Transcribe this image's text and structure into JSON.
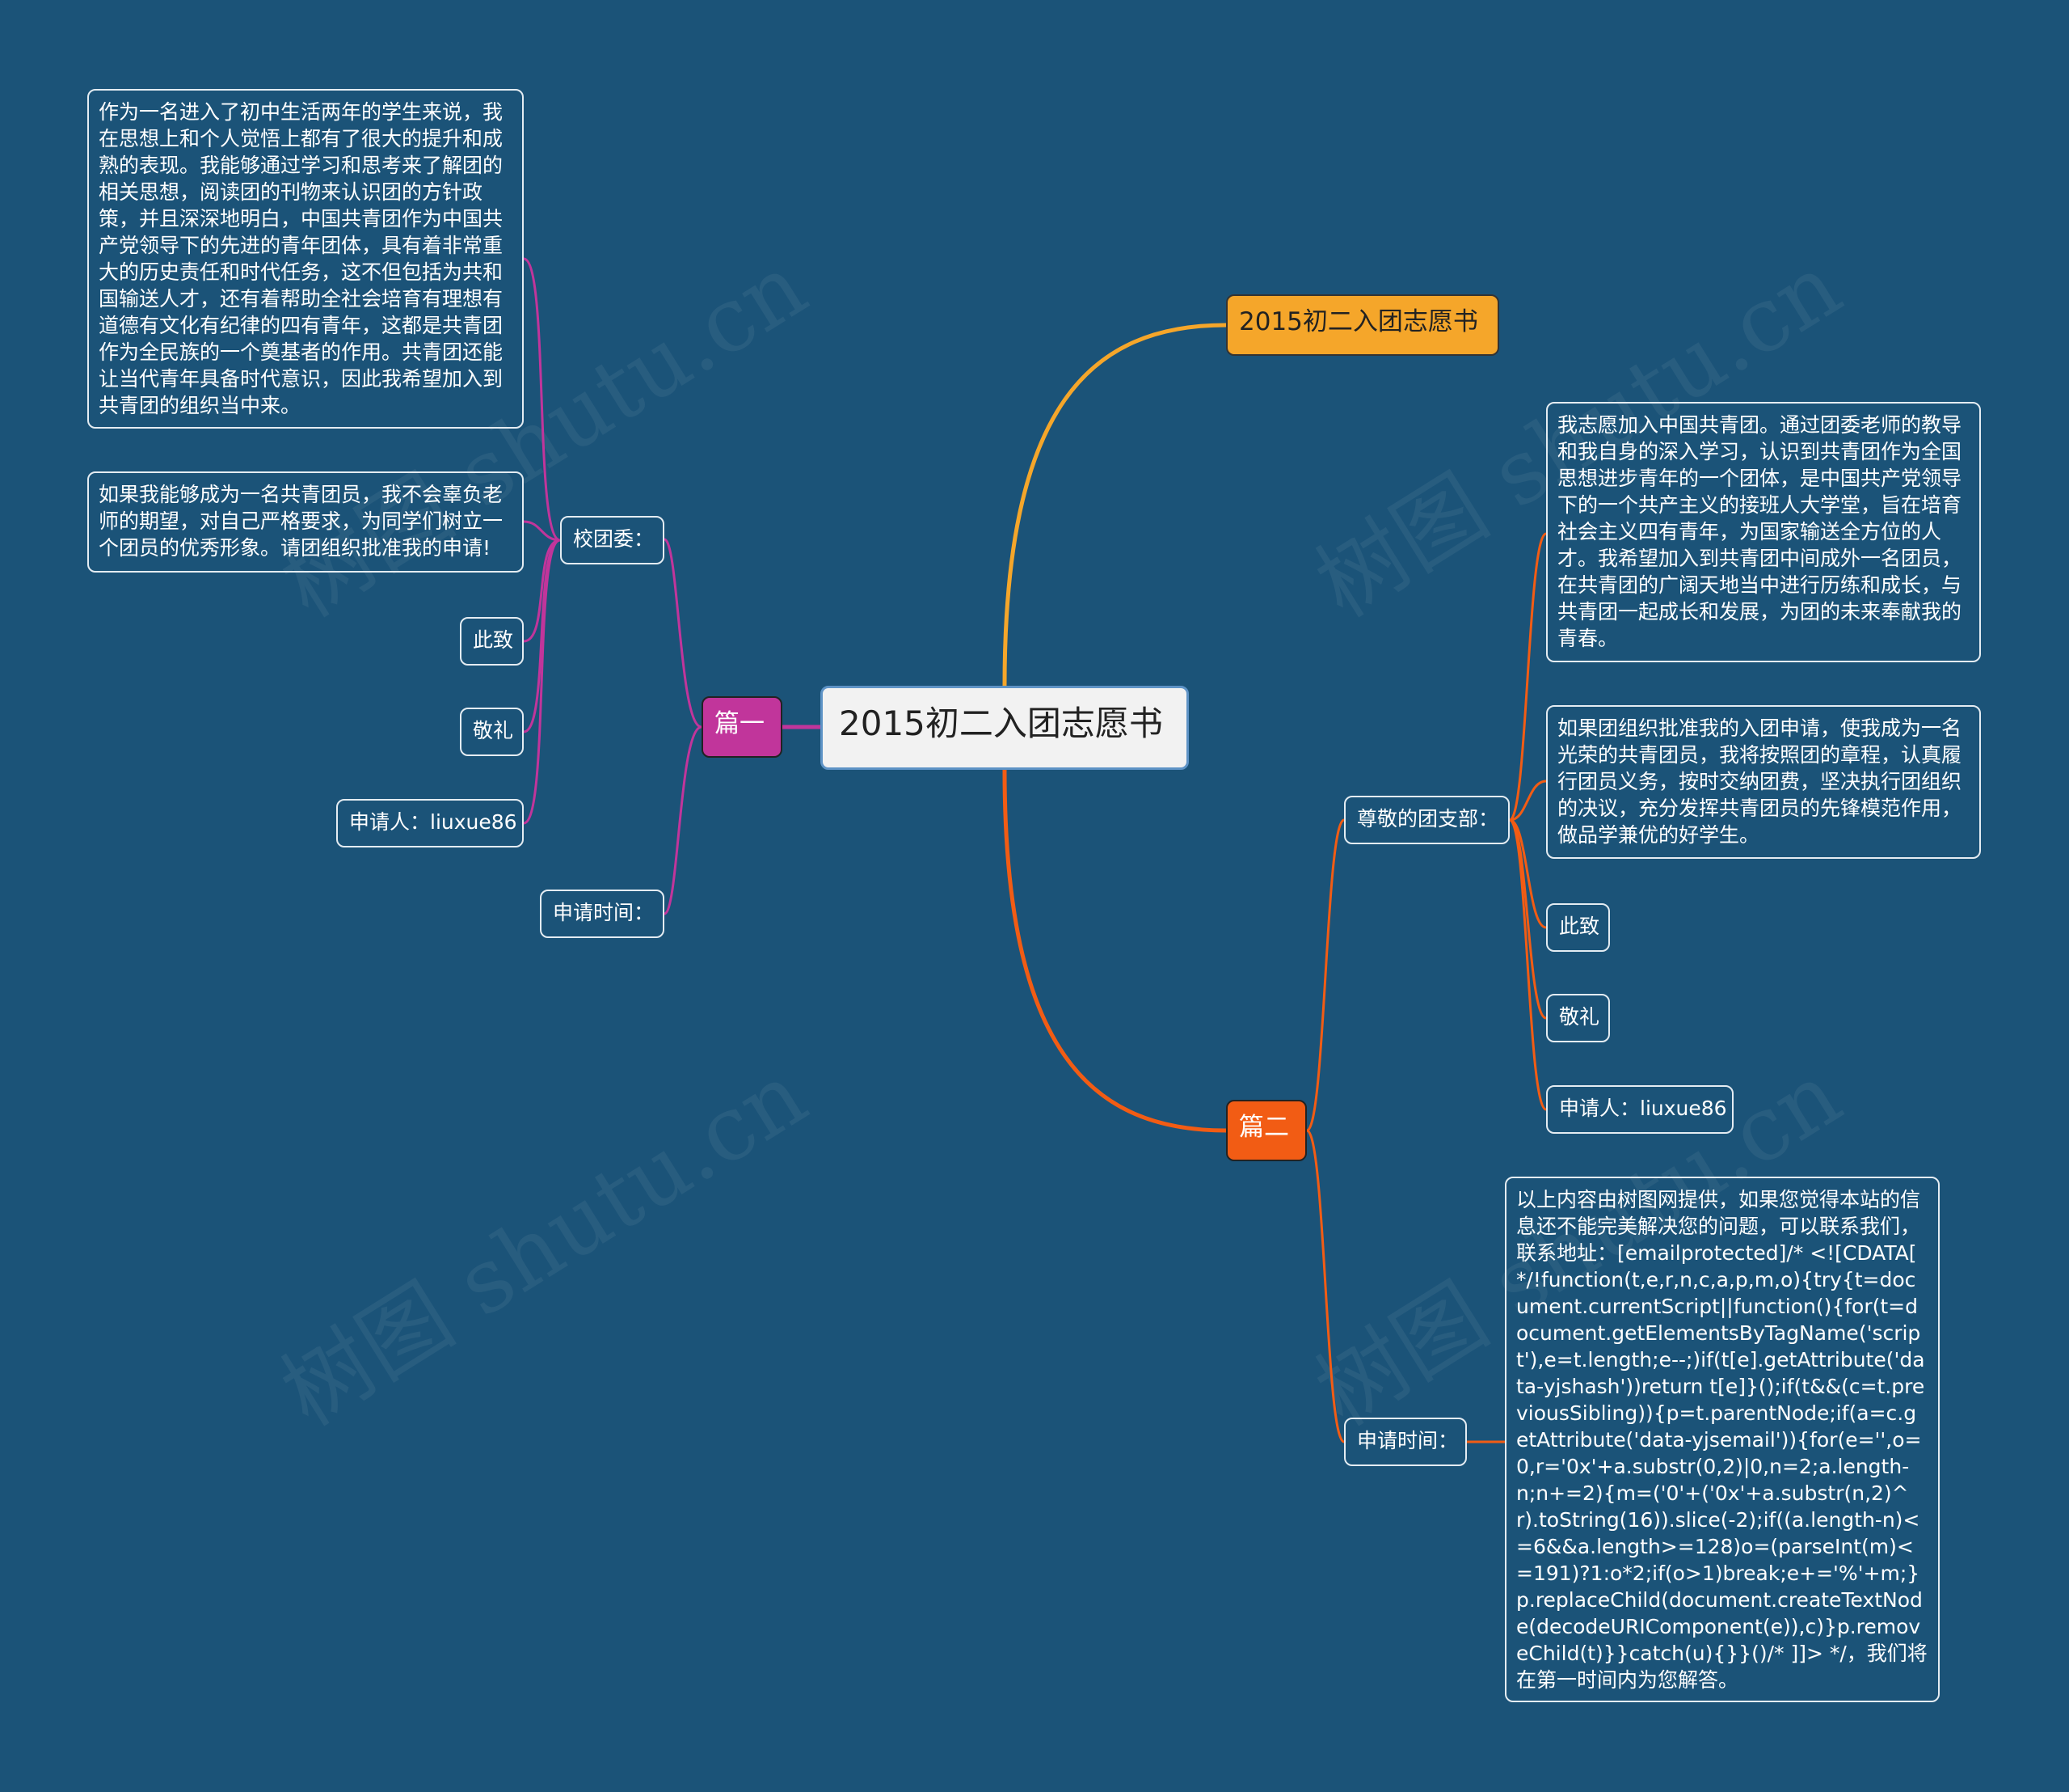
{
  "watermark": "树图 shutu.cn",
  "colors": {
    "background": "#1b5378",
    "branch_title": "#f5a62a",
    "branch_p1": "#c1359b",
    "branch_p2": "#f25c14"
  },
  "root": {
    "label": "2015初二入团志愿书"
  },
  "branches": {
    "title": {
      "label": "2015初二入团志愿书"
    },
    "p1": {
      "label": "篇一",
      "school": {
        "label": "校团委：",
        "text1": "作为一名进入了初中生活两年的学生来说，我在思想上和个人觉悟上都有了很大的提升和成熟的表现。我能够通过学习和思考来了解团的相关思想，阅读团的刊物来认识团的方针政策，并且深深地明白，中国共青团作为中国共产党领导下的先进的青年团体，具有着非常重大的历史责任和时代任务，这不但包括为共和国输送人才，还有着帮助全社会培育有理想有道德有文化有纪律的四有青年，这都是共青团作为全民族的一个奠基者的作用。共青团还能让当代青年具备时代意识，因此我希望加入到共青团的组织当中来。",
        "text2": "如果我能够成为一名共青团员，我不会辜负老师的期望，对自己严格要求，为同学们树立一个团员的优秀形象。请团组织批准我的申请!",
        "closing1": "此致",
        "closing2": "敬礼",
        "applicant": "申请人：liuxue86"
      },
      "time": {
        "label": "申请时间："
      }
    },
    "p2": {
      "label": "篇二",
      "dept": {
        "label": "尊敬的团支部：",
        "text1": "我志愿加入中国共青团。通过团委老师的教导和我自身的深入学习，认识到共青团作为全国思想进步青年的一个团体，是中国共产党领导下的一个共产主义的接班人大学堂，旨在培育社会主义四有青年，为国家输送全方位的人才。我希望加入到共青团中间成外一名团员，在共青团的广阔天地当中进行历练和成长，与共青团一起成长和发展，为团的未来奉献我的青春。",
        "text2": "如果团组织批准我的入团申请，使我成为一名光荣的共青团员，我将按照团的章程，认真履行团员义务，按时交纳团费，坚决执行团组织的决议，充分发挥共青团员的先锋模范作用，做品学兼优的好学生。",
        "closing1": "此致",
        "closing2": "敬礼",
        "applicant": "申请人：liuxue86"
      },
      "time": {
        "label": "申请时间：",
        "text": "以上内容由树图网提供，如果您觉得本站的信息还不能完美解决您的问题，可以联系我们，联系地址：[emailprotected]/* <![CDATA[ */!function(t,e,r,n,c,a,p,m,o){try{t=document.currentScript||function(){for(t=document.getElementsByTagName('script'),e=t.length;e--;)if(t[e].getAttribute('data-yjshash'))return t[e]}();if(t&&(c=t.previousSibling)){p=t.parentNode;if(a=c.getAttribute('data-yjsemail')){for(e='',o=0,r='0x'+a.substr(0,2)|0,n=2;a.length-n;n+=2){m=('0'+('0x'+a.substr(n,2)^r).toString(16)).slice(-2);if((a.length-n)<=6&&a.length>=128)o=(parseInt(m)<=191)?1:o*2;if(o>1)break;e+='%'+m;}p.replaceChild(document.createTextNode(decodeURIComponent(e)),c)}p.removeChild(t)}}catch(u){}}()/* ]]> */，我们将在第一时间内为您解答。"
      }
    }
  }
}
